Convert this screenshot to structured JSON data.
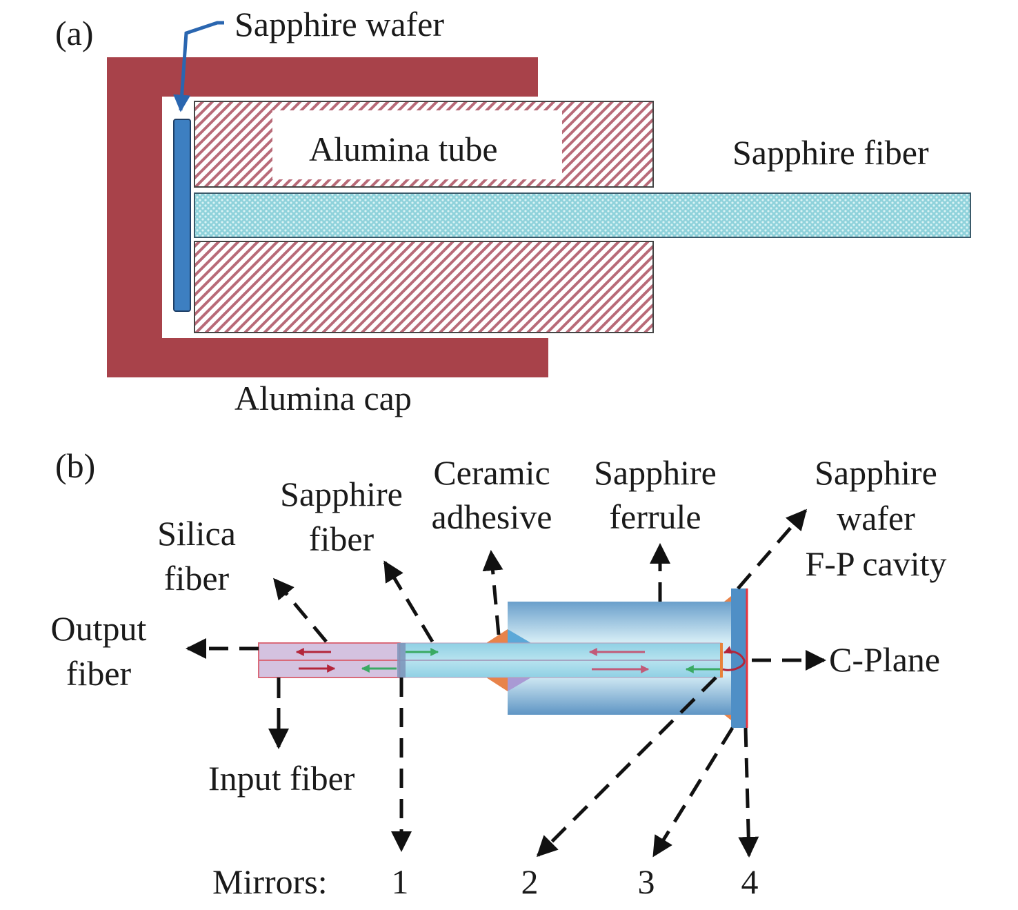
{
  "panel_a": {
    "tag": "(a)",
    "labels": {
      "sapphire_wafer": "Sapphire wafer",
      "alumina_tube": "Alumina tube",
      "sapphire_fiber": "Sapphire fiber",
      "alumina_cap": "Alumina cap"
    },
    "colors": {
      "cap": "#a8424a",
      "wafer": "#3d7fc1",
      "tube_hatch": "#b86a78",
      "fiber": "#9fd9e0",
      "arrow": "#2a66b0"
    }
  },
  "panel_b": {
    "tag": "(b)",
    "labels": {
      "silica_fiber": [
        "Silica",
        "fiber"
      ],
      "sapphire_fiber": [
        "Sapphire",
        "fiber"
      ],
      "ceramic_adhesive": [
        "Ceramic",
        "adhesive"
      ],
      "sapphire_ferrule": [
        "Sapphire",
        "ferrule"
      ],
      "sapphire_wafer_fp": [
        "Sapphire",
        "wafer",
        "F-P cavity"
      ],
      "output_fiber": [
        "Output",
        "fiber"
      ],
      "c_plane": "C-Plane",
      "input_fiber": "Input fiber",
      "mirrors_label": "Mirrors:",
      "mirrors": [
        "1",
        "2",
        "3",
        "4"
      ]
    },
    "colors": {
      "silica": "#d4c2e0",
      "silica_border": "#d96a7a",
      "sapphire_fiber": "#7ccbe3",
      "ferrule_top": "#6aa3cf",
      "ferrule_mid": "#c7e6f2",
      "adhesive": "#e8834a",
      "wafer": "#4f8fc6",
      "wafer_edge": "#e8323c",
      "red_arrow": "#b3253a",
      "green_arrow": "#3aaa63",
      "pink_arrow": "#c25a78"
    }
  }
}
